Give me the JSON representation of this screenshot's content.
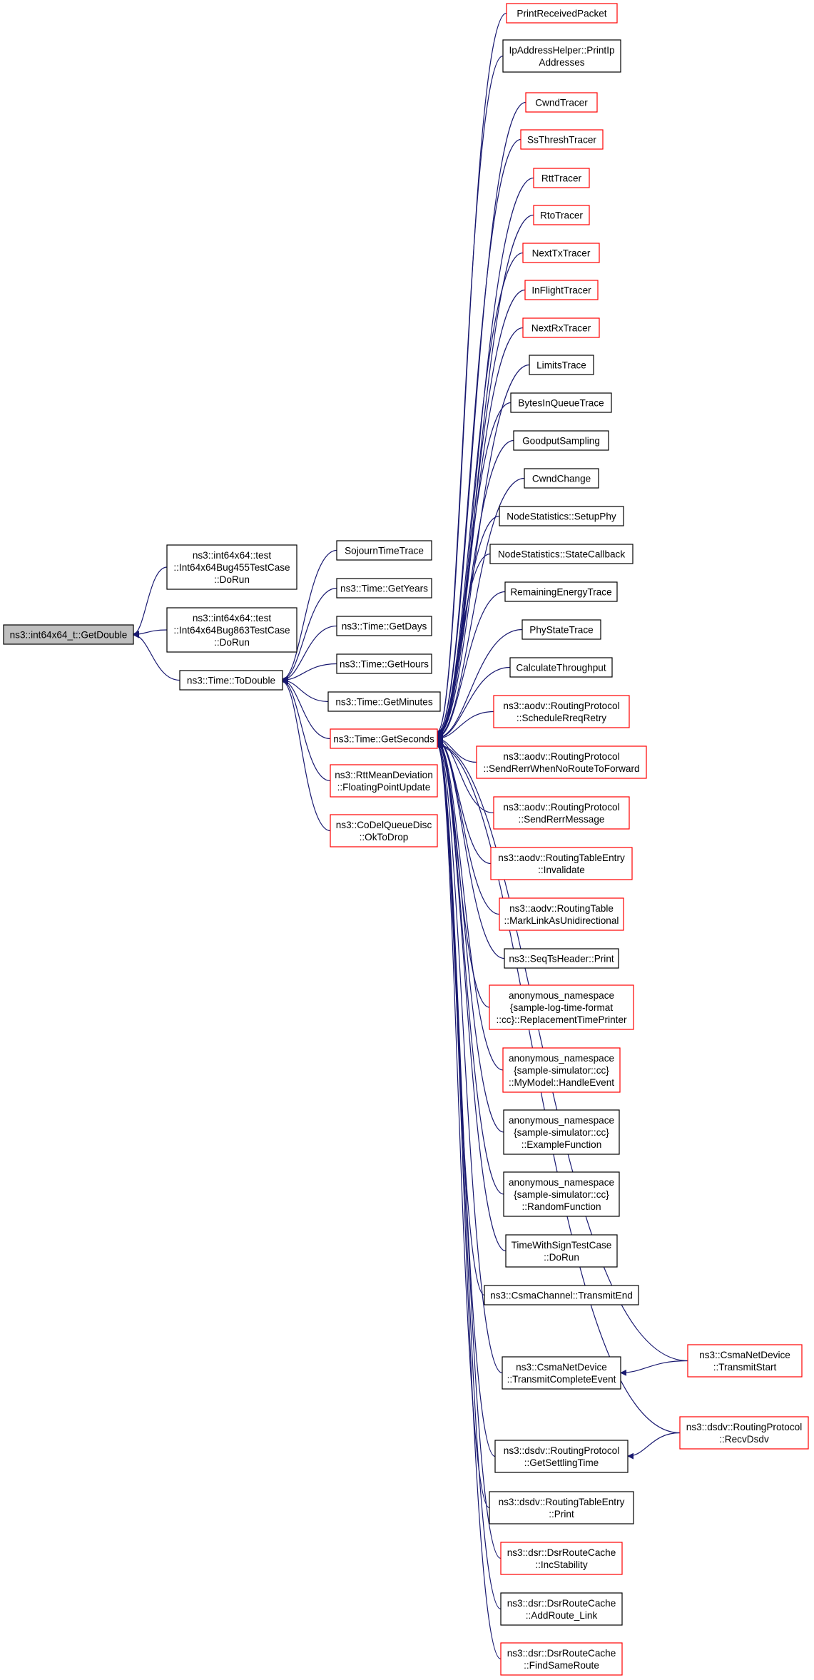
{
  "colors": {
    "edge": "#191970",
    "border_default": "#000000",
    "border_truncated": "#ff0000",
    "root_fill": "#bfbfbf",
    "node_fill": "#ffffff"
  },
  "nodes": {
    "root": {
      "lines": [
        "ns3::int64x64_t::GetDouble"
      ]
    },
    "bug455": {
      "lines": [
        "ns3::int64x64::test",
        "::Int64x64Bug455TestCase",
        "::DoRun"
      ]
    },
    "bug863": {
      "lines": [
        "ns3::int64x64::test",
        "::Int64x64Bug863TestCase",
        "::DoRun"
      ]
    },
    "todouble": {
      "lines": [
        "ns3::Time::ToDouble"
      ]
    },
    "sojourn": {
      "lines": [
        "SojournTimeTrace"
      ]
    },
    "getyears": {
      "lines": [
        "ns3::Time::GetYears"
      ]
    },
    "getdays": {
      "lines": [
        "ns3::Time::GetDays"
      ]
    },
    "gethours": {
      "lines": [
        "ns3::Time::GetHours"
      ]
    },
    "getminutes": {
      "lines": [
        "ns3::Time::GetMinutes"
      ]
    },
    "getseconds": {
      "lines": [
        "ns3::Time::GetSeconds"
      ]
    },
    "rttmean": {
      "lines": [
        "ns3::RttMeanDeviation",
        "::FloatingPointUpdate"
      ]
    },
    "codel": {
      "lines": [
        "ns3::CoDelQueueDisc",
        "::OkToDrop"
      ]
    },
    "c01": {
      "lines": [
        "PrintReceivedPacket"
      ]
    },
    "c02": {
      "lines": [
        "IpAddressHelper::PrintIp",
        "Addresses"
      ]
    },
    "c03": {
      "lines": [
        "CwndTracer"
      ]
    },
    "c04": {
      "lines": [
        "SsThreshTracer"
      ]
    },
    "c05": {
      "lines": [
        "RttTracer"
      ]
    },
    "c06": {
      "lines": [
        "RtoTracer"
      ]
    },
    "c07": {
      "lines": [
        "NextTxTracer"
      ]
    },
    "c08": {
      "lines": [
        "InFlightTracer"
      ]
    },
    "c09": {
      "lines": [
        "NextRxTracer"
      ]
    },
    "c10": {
      "lines": [
        "LimitsTrace"
      ]
    },
    "c11": {
      "lines": [
        "BytesInQueueTrace"
      ]
    },
    "c12": {
      "lines": [
        "GoodputSampling"
      ]
    },
    "c13": {
      "lines": [
        "CwndChange"
      ]
    },
    "c14": {
      "lines": [
        "NodeStatistics::SetupPhy"
      ]
    },
    "c15": {
      "lines": [
        "NodeStatistics::StateCallback"
      ]
    },
    "c16": {
      "lines": [
        "RemainingEnergyTrace"
      ]
    },
    "c17": {
      "lines": [
        "PhyStateTrace"
      ]
    },
    "c18": {
      "lines": [
        "CalculateThroughput"
      ]
    },
    "c19": {
      "lines": [
        "ns3::aodv::RoutingProtocol",
        "::ScheduleRreqRetry"
      ]
    },
    "c20": {
      "lines": [
        "ns3::aodv::RoutingProtocol",
        "::SendRerrWhenNoRouteToForward"
      ]
    },
    "c21": {
      "lines": [
        "ns3::aodv::RoutingProtocol",
        "::SendRerrMessage"
      ]
    },
    "c22": {
      "lines": [
        "ns3::aodv::RoutingTableEntry",
        "::Invalidate"
      ]
    },
    "c23": {
      "lines": [
        "ns3::aodv::RoutingTable",
        "::MarkLinkAsUnidirectional"
      ]
    },
    "c24": {
      "lines": [
        "ns3::SeqTsHeader::Print"
      ]
    },
    "c25": {
      "lines": [
        "anonymous_namespace",
        "{sample-log-time-format",
        "::cc}::ReplacementTimePrinter"
      ]
    },
    "c26": {
      "lines": [
        "anonymous_namespace",
        "{sample-simulator::cc}",
        "::MyModel::HandleEvent"
      ]
    },
    "c27": {
      "lines": [
        "anonymous_namespace",
        "{sample-simulator::cc}",
        "::ExampleFunction"
      ]
    },
    "c28": {
      "lines": [
        "anonymous_namespace",
        "{sample-simulator::cc}",
        "::RandomFunction"
      ]
    },
    "c29": {
      "lines": [
        "TimeWithSignTestCase",
        "::DoRun"
      ]
    },
    "c30": {
      "lines": [
        "ns3::CsmaChannel::TransmitEnd"
      ]
    },
    "c31": {
      "lines": [
        "ns3::CsmaNetDevice",
        "::TransmitCompleteEvent"
      ]
    },
    "c32": {
      "lines": [
        "ns3::dsdv::RoutingProtocol",
        "::GetSettlingTime"
      ]
    },
    "c33": {
      "lines": [
        "ns3::dsdv::RoutingTableEntry",
        "::Print"
      ]
    },
    "c34": {
      "lines": [
        "ns3::dsr::DsrRouteCache",
        "::IncStability"
      ]
    },
    "c35": {
      "lines": [
        "ns3::dsr::DsrRouteCache",
        "::AddRoute_Link"
      ]
    },
    "c36": {
      "lines": [
        "ns3::dsr::DsrRouteCache",
        "::FindSameRoute"
      ]
    },
    "transmitstart": {
      "lines": [
        "ns3::CsmaNetDevice",
        "::TransmitStart"
      ]
    },
    "recvdsdv": {
      "lines": [
        "ns3::dsdv::RoutingProtocol",
        "::RecvDsdv"
      ]
    }
  }
}
